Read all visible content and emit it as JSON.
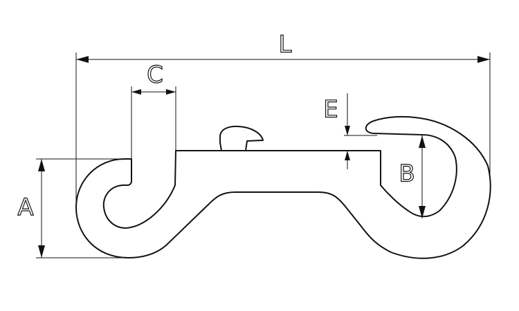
{
  "dimensions": {
    "L": "L",
    "C": "C",
    "E": "E",
    "A": "A",
    "B": "B"
  },
  "colors": {
    "ink": "#111111",
    "background": "#ffffff"
  }
}
